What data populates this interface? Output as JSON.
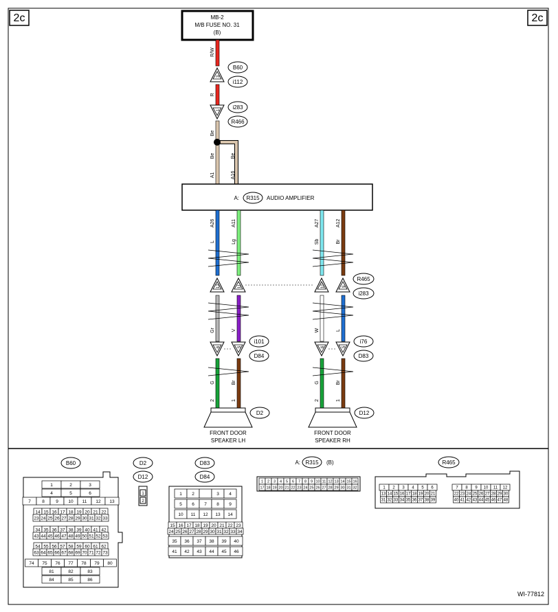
{
  "page_tag": "2c",
  "fuse": {
    "line1": "MB-2",
    "line2": "M/B FUSE NO. 31",
    "line3": "(B)"
  },
  "amplifier": {
    "prefix": "A:",
    "connector": "R315",
    "label": "AUDIO AMPLIFIER"
  },
  "power": {
    "wire_rw": "R/W",
    "wire_r": "R",
    "wire_be_top": "Be",
    "wire_be_left": "Be",
    "wire_be_right": "Be",
    "pin_a1": "A1",
    "pin_a16": "A16",
    "conn_b60": "B60",
    "conn_i112": "i112",
    "conn_i283": "i283",
    "conn_r466": "R466",
    "term_3": "3",
    "term_1": "1"
  },
  "left_channel": {
    "pins": [
      "A26",
      "A11"
    ],
    "wires_top": [
      "L",
      "Lg"
    ],
    "mid_terminals": [
      "12",
      "11"
    ],
    "wires_mid": [
      "Gr",
      "V"
    ],
    "low_terminals": [
      "6",
      "5"
    ],
    "wires_low": [
      "G",
      "Br"
    ],
    "speaker_pins": [
      "2",
      "1"
    ],
    "low_conn_a": "i101",
    "low_conn_b": "D84",
    "speaker_conn": "D2",
    "speaker_line1": "FRONT DOOR",
    "speaker_line2": "SPEAKER LH"
  },
  "right_channel": {
    "pins": [
      "A27",
      "A12"
    ],
    "wires_top": [
      "Sb",
      "Br"
    ],
    "mid_terminals": [
      "10",
      "9"
    ],
    "wires_mid": [
      "W",
      "L"
    ],
    "low_terminals": [
      "6",
      "5"
    ],
    "wires_low": [
      "G",
      "Br"
    ],
    "speaker_pins": [
      "2",
      "1"
    ],
    "mid_conn_a": "R465",
    "mid_conn_b": "i283",
    "low_conn_a": "i76",
    "low_conn_b": "D83",
    "speaker_conn": "D12",
    "speaker_line1": "FRONT DOOR",
    "speaker_line2": "SPEAKER RH"
  },
  "connector_views": {
    "b60": {
      "title": "B60",
      "rows": [
        [
          "1",
          "2",
          "3"
        ],
        [
          "4",
          "5",
          "6"
        ],
        [
          "7",
          "8",
          "9",
          "10",
          "11",
          "12",
          "13"
        ],
        [
          "14",
          "15",
          "16",
          "17",
          "18",
          "19",
          "20",
          "21",
          "22"
        ],
        [
          "23",
          "24",
          "25",
          "26",
          "27",
          "28",
          "29",
          "30",
          "31",
          "32",
          "33"
        ],
        [
          "34",
          "35",
          "36",
          "37",
          "38",
          "39",
          "40",
          "41",
          "42"
        ],
        [
          "43",
          "44",
          "45",
          "46",
          "47",
          "48",
          "49",
          "50",
          "51",
          "52",
          "53"
        ],
        [
          "54",
          "55",
          "56",
          "57",
          "58",
          "59",
          "60",
          "61",
          "62"
        ],
        [
          "63",
          "64",
          "65",
          "66",
          "67",
          "68",
          "69",
          "70",
          "71",
          "72",
          "73"
        ],
        [
          "74",
          "75",
          "76",
          "77",
          "78",
          "79",
          "80"
        ],
        [
          "81",
          "82",
          "83"
        ],
        [
          "84",
          "85",
          "86"
        ]
      ]
    },
    "d2": {
      "title_a": "D2",
      "title_b": "D12",
      "pins": [
        "1",
        "2"
      ]
    },
    "d83": {
      "title_a": "D83",
      "title_b": "D84",
      "rows": [
        [
          "1",
          "2",
          "",
          "3",
          "4"
        ],
        [
          "5",
          "6",
          "7",
          "8",
          "9"
        ],
        [
          "10",
          "11",
          "12",
          "13",
          "14"
        ],
        [
          "15",
          "16",
          "17",
          "18",
          "19",
          "20",
          "21",
          "22",
          "23"
        ],
        [
          "24",
          "25",
          "26",
          "27",
          "28",
          "29",
          "30",
          "31",
          "32",
          "33",
          "34"
        ],
        [
          "35",
          "36",
          "37",
          "38",
          "39",
          "40"
        ],
        [
          "41",
          "42",
          "43",
          "44",
          "45",
          "46"
        ]
      ]
    },
    "r315": {
      "prefix": "A:",
      "title": "R315",
      "suffix": "(B)",
      "rows": [
        [
          "1",
          "2",
          "3",
          "4",
          "5",
          "6",
          "7",
          "8",
          "9",
          "10",
          "11",
          "12",
          "13",
          "14",
          "15",
          "16"
        ],
        [
          "17",
          "18",
          "19",
          "20",
          "21",
          "22",
          "23",
          "24",
          "25",
          "26",
          "27",
          "28",
          "29",
          "30",
          "31",
          "32"
        ]
      ]
    },
    "r465": {
      "title": "R465",
      "rows_left": [
        [
          "1",
          "2",
          "3",
          "4",
          "5",
          "6"
        ],
        [
          "13",
          "14",
          "15",
          "16",
          "17",
          "18",
          "19",
          "20",
          "21"
        ],
        [
          "31",
          "32",
          "33",
          "34",
          "35",
          "36",
          "37",
          "38",
          "39"
        ]
      ],
      "rows_right": [
        [
          "7",
          "8",
          "9",
          "10",
          "11",
          "12"
        ],
        [
          "22",
          "23",
          "24",
          "25",
          "26",
          "27",
          "28",
          "29",
          "30"
        ],
        [
          "40",
          "41",
          "42",
          "43",
          "44",
          "45",
          "46",
          "47",
          "48"
        ]
      ]
    }
  },
  "figure_id": "WI-77812",
  "wire_colors": {
    "rw": "#e8271f",
    "r": "#e8271f",
    "be": "#d9c5ad",
    "l": "#1f6fd1",
    "lg": "#7ef07e",
    "gr": "#b8b8b8",
    "v": "#8a1fc8",
    "g": "#18a33a",
    "br": "#7a3b10",
    "sb": "#7fe8f0",
    "w": "#ffffff"
  }
}
